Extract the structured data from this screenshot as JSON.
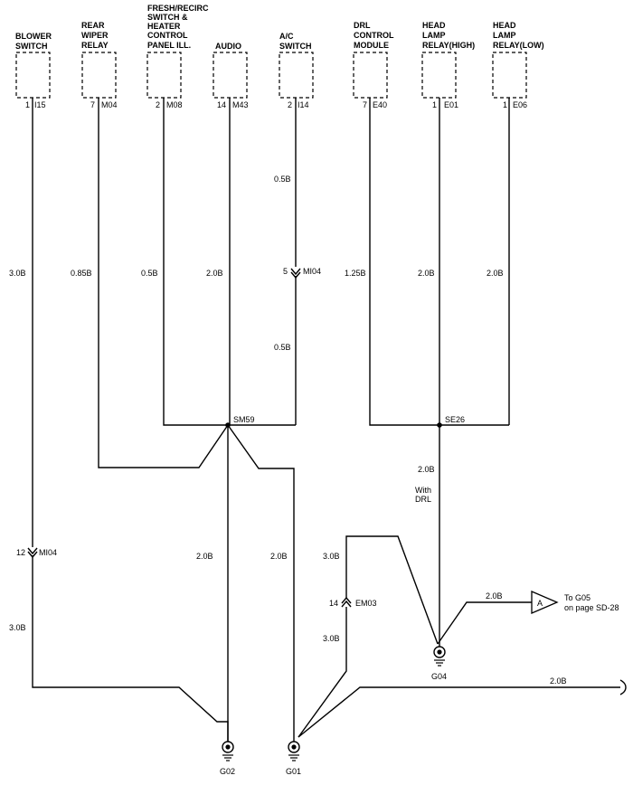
{
  "components": {
    "blower_switch": {
      "line1": "BLOWER",
      "line2": "SWITCH",
      "pin": "1",
      "connector": "I15"
    },
    "rear_wiper_relay": {
      "line1": "REAR",
      "line2": "WIPER",
      "line3": "RELAY",
      "pin": "7",
      "connector": "M04"
    },
    "fresh_recirc": {
      "line1": "FRESH/RECIRC",
      "line2": "SWITCH &",
      "line3": "HEATER",
      "line4": "CONTROL",
      "line5": "PANEL ILL.",
      "pin": "2",
      "connector": "M08"
    },
    "audio": {
      "line1": "AUDIO",
      "pin": "14",
      "connector": "M43"
    },
    "ac_switch": {
      "line1": "A/C",
      "line2": "SWITCH",
      "pin": "2",
      "connector": "I14"
    },
    "drl_module": {
      "line1": "DRL",
      "line2": "CONTROL",
      "line3": "MODULE",
      "pin": "7",
      "connector": "E40"
    },
    "head_lamp_high": {
      "line1": "HEAD",
      "line2": "LAMP",
      "line3": "RELAY(HIGH)",
      "pin": "1",
      "connector": "E01"
    },
    "head_lamp_low": {
      "line1": "HEAD",
      "line2": "LAMP",
      "line3": "RELAY(LOW)",
      "pin": "1",
      "connector": "E06"
    }
  },
  "wires": {
    "blower_upper": "3.0B",
    "blower_lower": "3.0B",
    "rear_wiper": "0.85B",
    "fresh": "0.5B",
    "audio": "2.0B",
    "ac_upper": "0.5B",
    "ac_lower": "0.5B",
    "drl": "1.25B",
    "hl_high": "2.0B",
    "hl_low": "2.0B",
    "sm59_g02": "2.0B",
    "sm59_g01": "2.0B",
    "se26_down": "2.0B",
    "g04_em03_upper": "3.0B",
    "g01_em03_lower": "3.0B",
    "g04_to_a": "2.0B",
    "g01_right": "2.0B"
  },
  "connectors": {
    "mi04_ac": {
      "pin": "5",
      "name": "MI04"
    },
    "mi04_blower": {
      "pin": "12",
      "name": "MI04"
    },
    "em03": {
      "pin": "14",
      "name": "EM03"
    }
  },
  "splices": {
    "sm59": "SM59",
    "se26": "SE26"
  },
  "grounds": {
    "g02": "G02",
    "g01": "G01",
    "g04": "G04"
  },
  "notes": {
    "with_drl_1": "With",
    "with_drl_2": "DRL"
  },
  "offpage": {
    "letter": "A",
    "line1": "To G05",
    "line2": "on page SD-28"
  }
}
